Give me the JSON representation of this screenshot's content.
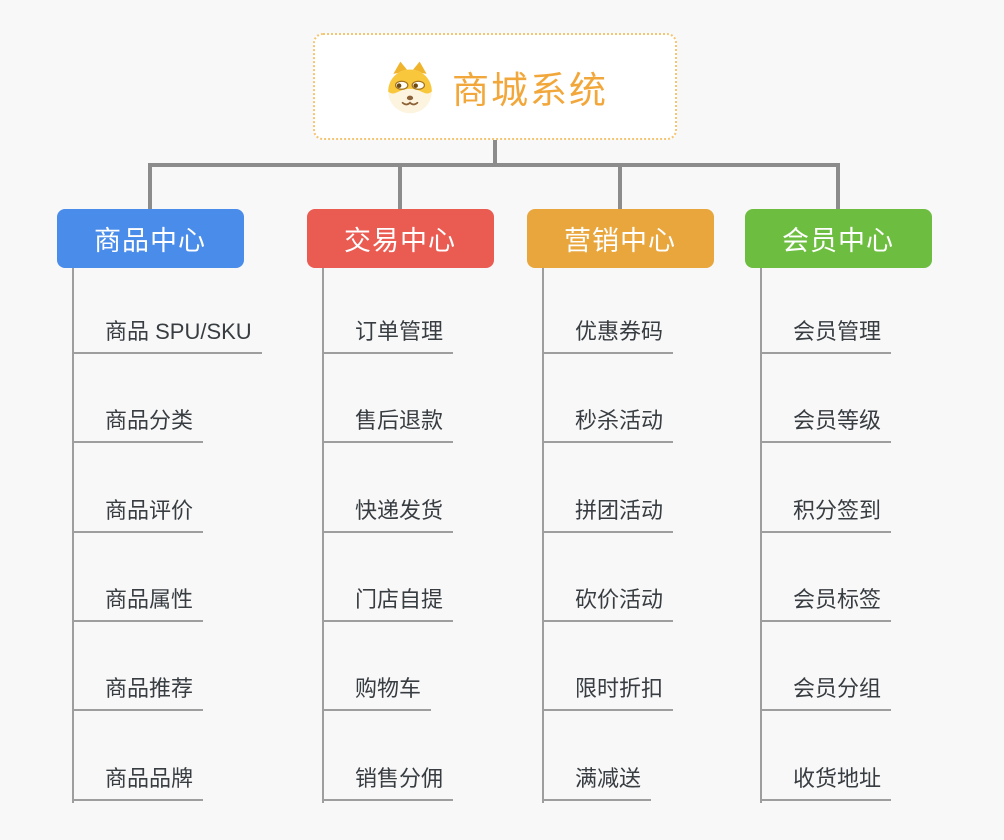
{
  "page": {
    "background": "#f8f8f8"
  },
  "root": {
    "label": "商城系统",
    "icon": "dog-icon",
    "text_color": "#f2a73b",
    "border_color": "#f5c573"
  },
  "connector_color": "#8c8c8c",
  "leaf_line_color": "#9e9e9e",
  "leaf_text_color": "#383d42",
  "branches": [
    {
      "label": "商品中心",
      "color": "#4a8cea",
      "children": [
        "商品 SPU/SKU",
        "商品分类",
        "商品评价",
        "商品属性",
        "商品推荐",
        "商品品牌"
      ]
    },
    {
      "label": "交易中心",
      "color": "#ea5b52",
      "children": [
        "订单管理",
        "售后退款",
        "快递发货",
        "门店自提",
        "购物车",
        "销售分佣"
      ]
    },
    {
      "label": "营销中心",
      "color": "#e8a63c",
      "children": [
        "优惠券码",
        "秒杀活动",
        "拼团活动",
        "砍价活动",
        "限时折扣",
        "满减送"
      ]
    },
    {
      "label": "会员中心",
      "color": "#6dbe40",
      "children": [
        "会员管理",
        "会员等级",
        "积分签到",
        "会员标签",
        "会员分组",
        "收货地址"
      ]
    }
  ]
}
